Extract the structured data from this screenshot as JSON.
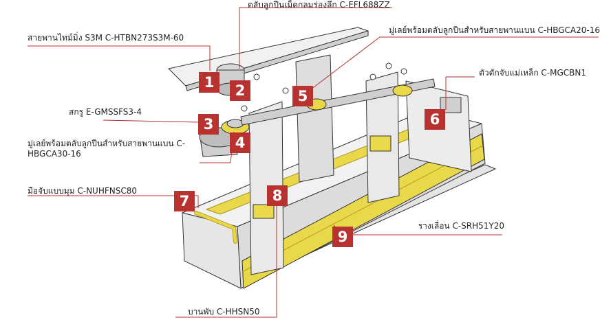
{
  "callouts": [
    {
      "id": "1",
      "label": "สายพานไทม์มิ่ง S3M C-HTBN273S3M-60"
    },
    {
      "id": "2",
      "label": "ตลับลูกปืนเม็ดกลมร่องลึก C-EFL688ZZ"
    },
    {
      "id": "3",
      "label": "สกรู E-GMSSFS3-4"
    },
    {
      "id": "4",
      "label": "มู่เลย์พร้อมตลับลูกปืนสำหรับสายพานแบน C-HBGCA30-16"
    },
    {
      "id": "5",
      "label": "มู่เลย์พร้อมตลับลูกปืนสำหรับสายพานแบน C-HBGCA20-16"
    },
    {
      "id": "6",
      "label": "ตัวดักจับแม่เหล็ก C-MGCBN1"
    },
    {
      "id": "7",
      "label": "มือจับแบบมุม C-NUHFNSC80"
    },
    {
      "id": "8",
      "label": "บานพับ C-HHSN50"
    },
    {
      "id": "9",
      "label": "รางเลื่อน C-SRH51Y20"
    }
  ],
  "colors": {
    "badge": "#b8322f",
    "badge_text": "#ffffff",
    "leader_line": "#b8322f",
    "highlight_yellow": "#e8d84a",
    "metal_light": "#eeeeee",
    "metal_mid": "#d2d2d2",
    "outline": "#333333"
  }
}
